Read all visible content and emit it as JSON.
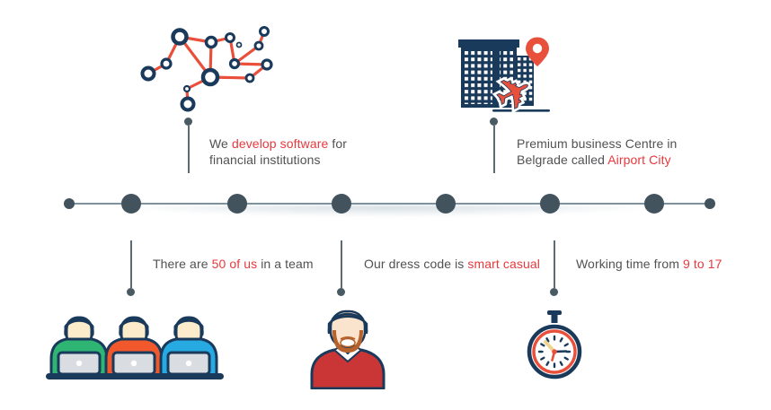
{
  "title": "Company facts infographic timeline",
  "callouts": {
    "develop_software": {
      "pre": "We ",
      "highlight": "develop software",
      "post": " for",
      "line2": "financial institutions"
    },
    "airport_city": {
      "line1": "Premium business Centre in",
      "pre2": "Belgrade called ",
      "highlight2": "Airport City"
    },
    "team": {
      "pre": "There are ",
      "highlight": "50 of us",
      "post": " in a team"
    },
    "dress_code": {
      "pre": "Our dress code is ",
      "highlight": "smart casual"
    },
    "working_time": {
      "pre": "Working time from ",
      "highlight": "9 to 17"
    }
  },
  "timeline": {
    "dot_count": 8,
    "dot_color": "#42535e",
    "line_color": "#7e929e"
  },
  "icons": [
    "network-graph-icon",
    "building-icon",
    "location-pin-icon",
    "airplane-icon",
    "team-laptops-icon",
    "person-sweater-icon",
    "stopwatch-icon"
  ],
  "colors": {
    "navy": "#1a3a5c",
    "accent_red": "#e8503c",
    "text_gray": "#515153",
    "text_red": "#e6393e",
    "timeline_dot": "#42535e",
    "connector": "#5d6c74",
    "shirt_green": "#2eb573",
    "shirt_orange": "#f1582b",
    "shirt_blue": "#27a9e1",
    "sweater_red": "#ca3535",
    "skin": "#fdeccb",
    "hair_slate": "#5f5c78",
    "hair_brown": "#7a4a32",
    "hair_mauve": "#8d6264",
    "hair_auburn": "#b5622d",
    "laptop_gray": "#d9dde1",
    "watch_hand_cream": "#eed592"
  }
}
